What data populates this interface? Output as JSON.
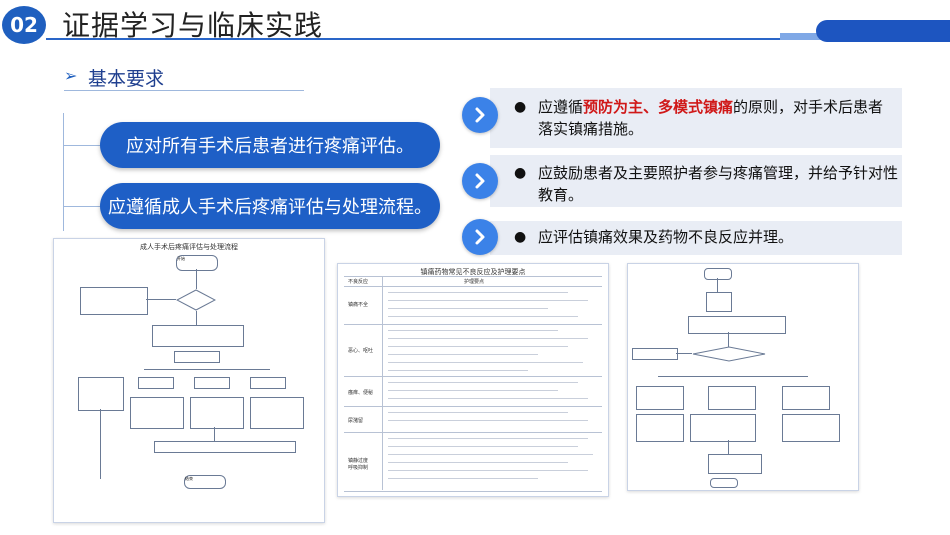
{
  "header": {
    "number": "02",
    "title": "证据学习与临床实践"
  },
  "section": {
    "arrow": "➢",
    "title": "基本要求"
  },
  "left_pills": [
    "应对所有手术后患者进行疼痛评估。",
    "应遵循成人手术后疼痛评估与处理流程。"
  ],
  "points": [
    {
      "pre": "应遵循",
      "highlight": "预防为主、多模式镇痛",
      "post": "的原则，对手术后患者落实镇痛措施。"
    },
    {
      "pre": "应鼓励患者及主要照护者参与疼痛管理，并给予针对性教育。",
      "highlight": "",
      "post": ""
    },
    {
      "pre": "应评估镇痛效果及药物不良反应并理。",
      "highlight": "",
      "post": ""
    }
  ],
  "bullet": "●",
  "docs": {
    "flowchart_title": "成人手术后疼痛评估与处理流程",
    "table_title": "镇痛药物常见不良反应及护理要点",
    "table_col1": "不良反应",
    "table_col2": "护理要点",
    "table_rows": [
      "镇痛不全",
      "恶心、呕吐",
      "瘙痒、便秘",
      "尿潴留",
      "镇静过度\n呼吸抑制"
    ],
    "flow_start": "开始",
    "flow_end": "结束"
  },
  "colors": {
    "accent": "#1e5fc6",
    "highlight": "#d01818",
    "point_bg": "#e9edf5"
  }
}
